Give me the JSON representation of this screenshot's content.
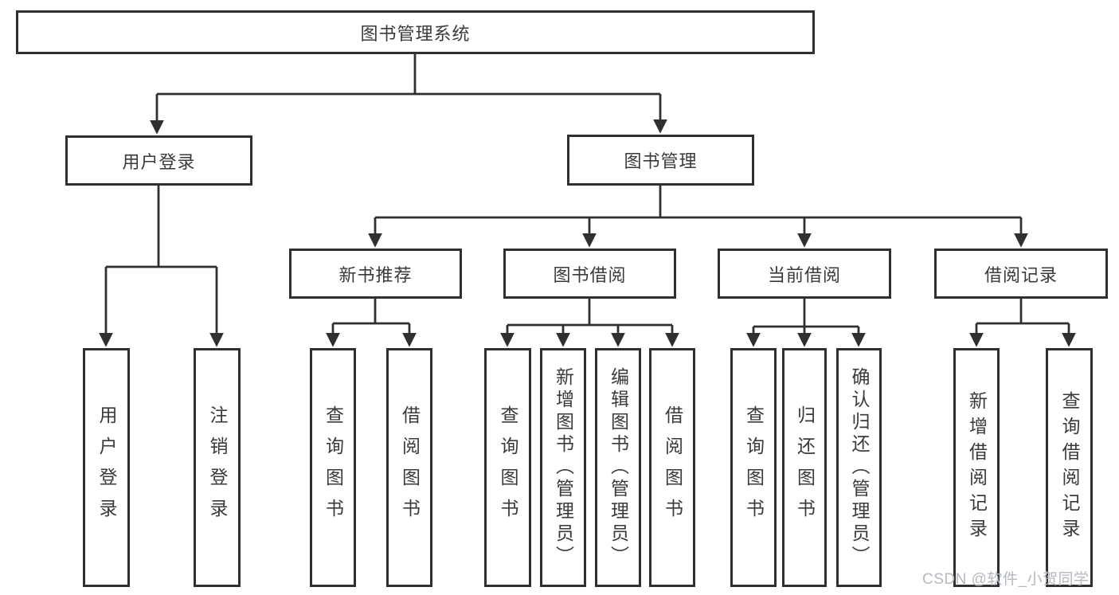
{
  "diagram": {
    "root": {
      "label": "图书管理系统"
    },
    "level2": [
      {
        "label": "用户登录"
      },
      {
        "label": "图书管理"
      }
    ],
    "level3": [
      {
        "label": "新书推荐"
      },
      {
        "label": "图书借阅"
      },
      {
        "label": "当前借阅"
      },
      {
        "label": "借阅记录"
      }
    ],
    "level4": [
      {
        "label": "用户登录"
      },
      {
        "label": "注销登录"
      },
      {
        "label": "查询图书"
      },
      {
        "label": "借阅图书"
      },
      {
        "label": "查询图书"
      },
      {
        "label": "新增图书（管理员）"
      },
      {
        "label": "编辑图书（管理员）"
      },
      {
        "label": "借阅图书"
      },
      {
        "label": "查询图书"
      },
      {
        "label": "归还图书"
      },
      {
        "label": "确认归还（管理员）"
      },
      {
        "label": "新增借阅记录"
      },
      {
        "label": "查询借阅记录"
      }
    ]
  },
  "watermark": {
    "text": "CSDN @软件_小贺同学"
  },
  "colors": {
    "line": "#303030",
    "box_border": "#303030",
    "text": "#3a3a3a",
    "watermark": "#b4b8bf",
    "background": "#ffffff"
  }
}
